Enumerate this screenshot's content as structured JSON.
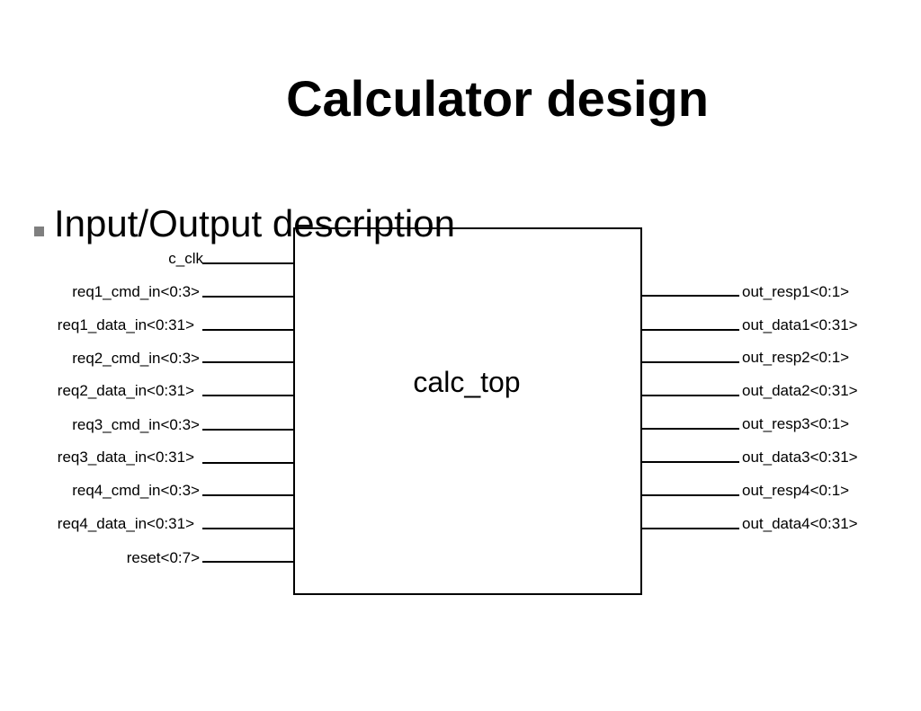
{
  "slide": {
    "title": "Calculator design",
    "bullet": "Input/Output description"
  },
  "block": {
    "name": "calc_top"
  },
  "inputs": [
    "c_clk",
    "req1_cmd_in<0:3>",
    "req1_data_in<0:31>",
    "req2_cmd_in<0:3>",
    "req2_data_in<0:31>",
    "req3_cmd_in<0:3>",
    "req3_data_in<0:31>",
    "req4_cmd_in<0:3>",
    "req4_data_in<0:31>",
    "reset<0:7>"
  ],
  "outputs": [
    "out_resp1<0:1>",
    "out_data1<0:31>",
    "out_resp2<0:1>",
    "out_data2<0:31>",
    "out_resp3<0:1>",
    "out_data3<0:31>",
    "out_resp4<0:1>",
    "out_data4<0:31>"
  ]
}
